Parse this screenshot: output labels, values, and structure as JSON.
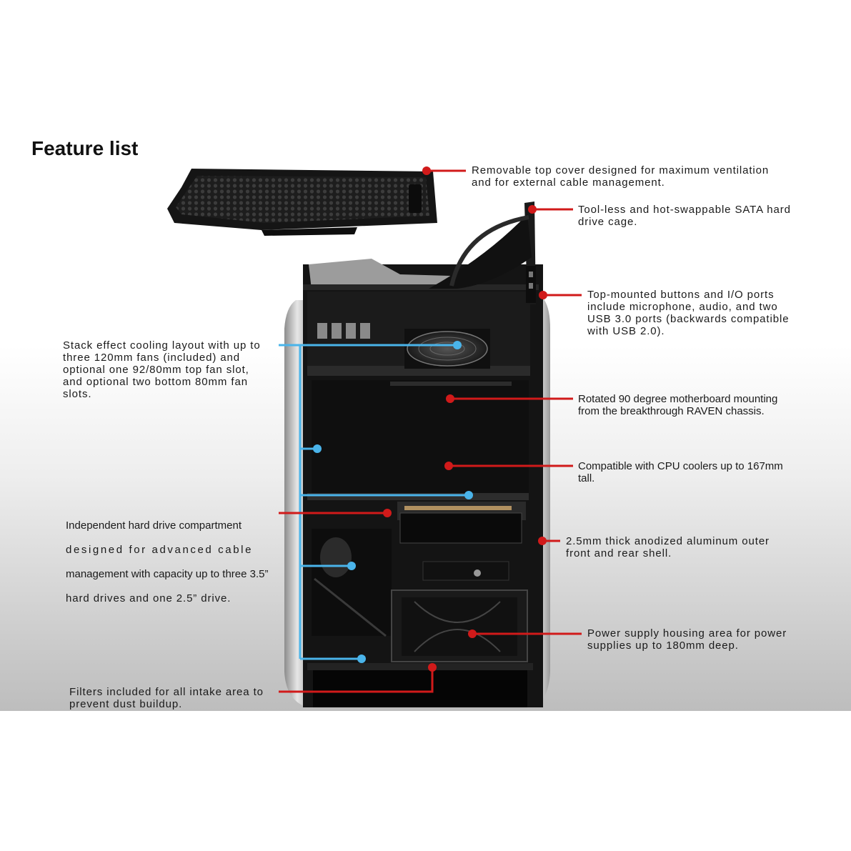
{
  "title": "Feature list",
  "colors": {
    "callout_red": "#d11a1a",
    "callout_blue": "#4ab4ea",
    "case_black": "#121212",
    "aluminum": "#b8b8b8"
  },
  "callouts": {
    "top_cover": "Removable top cover designed for maximum ventilation\nand for external cable management.",
    "hdd_cage": "Tool-less and hot-swappable SATA hard\ndrive cage.",
    "io_ports": "Top-mounted buttons and I/O ports\ninclude microphone, audio, and two\nUSB 3.0 ports (backwards compatible\nwith USB 2.0).",
    "cooling": "Stack effect cooling layout with up to\nthree 120mm fans (included) and\noptional one 92/80mm top fan slot,\nand optional two bottom 80mm fan\nslots.",
    "motherboard": "Rotated 90 degree motherboard mounting\nfrom the breakthrough RAVEN chassis.",
    "cpu_cooler": "Compatible with CPU coolers up to 167mm\ntall.",
    "hdd_compartment_line1": "Independent hard drive compartment",
    "hdd_compartment_line2": "designed for advanced cable",
    "hdd_compartment_line3": "management with capacity up to three 3.5”",
    "hdd_compartment_line4": "hard drives and one 2.5” drive.",
    "aluminum_shell": "2.5mm thick anodized aluminum outer\nfront and rear shell.",
    "psu": "Power supply housing area for power\nsupplies up to 180mm deep.",
    "filters": "Filters included for all intake area to\nprevent dust buildup."
  }
}
